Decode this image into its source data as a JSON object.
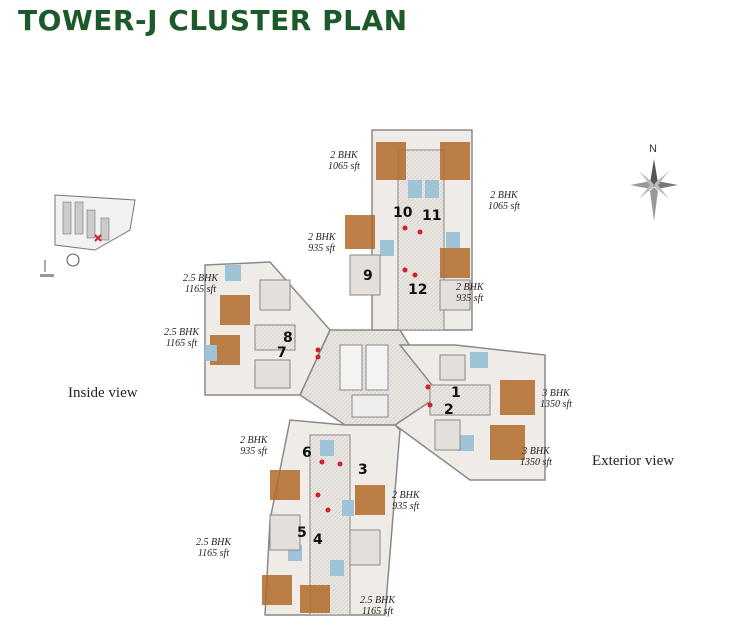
{
  "title": "TOWER-J CLUSTER PLAN",
  "views": {
    "inside": "Inside view",
    "exterior": "Exterior view"
  },
  "compass": {
    "label": "N"
  },
  "units": [
    {
      "id": "u10-type",
      "text": "2 BHK"
    },
    {
      "id": "u10-area",
      "text": "1065 sft"
    },
    {
      "id": "u11-type",
      "text": "2 BHK"
    },
    {
      "id": "u11-area",
      "text": "1065 sft"
    },
    {
      "id": "u9-type",
      "text": "2 BHK"
    },
    {
      "id": "u9-area",
      "text": "935 sft"
    },
    {
      "id": "u12-type",
      "text": "2 BHK"
    },
    {
      "id": "u12-area",
      "text": "935 sft"
    },
    {
      "id": "u8-type",
      "text": "2.5 BHK"
    },
    {
      "id": "u8-area",
      "text": "1165 sft"
    },
    {
      "id": "u7-type",
      "text": "2.5 BHK"
    },
    {
      "id": "u7-area",
      "text": "1165 sft"
    },
    {
      "id": "u1-type",
      "text": "3 BHK"
    },
    {
      "id": "u1-area",
      "text": "1350 sft"
    },
    {
      "id": "u2-type",
      "text": "3 BHK"
    },
    {
      "id": "u2-area",
      "text": "1350 sft"
    },
    {
      "id": "u6-type",
      "text": "2 BHK"
    },
    {
      "id": "u6-area",
      "text": "935 sft"
    },
    {
      "id": "u3-type",
      "text": "2 BHK"
    },
    {
      "id": "u3-area",
      "text": "935 sft"
    },
    {
      "id": "u5-type",
      "text": "2.5 BHK"
    },
    {
      "id": "u5-area",
      "text": "1165 sft"
    },
    {
      "id": "u4-type",
      "text": "2.5 BHK"
    },
    {
      "id": "u4-area",
      "text": "1165 sft"
    }
  ],
  "flat_numbers": [
    "1",
    "2",
    "3",
    "4",
    "5",
    "6",
    "7",
    "8",
    "9",
    "10",
    "11",
    "12"
  ],
  "colors": {
    "title": "#1d5a2a",
    "wall": "#8a8a8a",
    "wood": "#b06a28",
    "tile": "#9fc3d6",
    "dot": "#d0202a"
  }
}
